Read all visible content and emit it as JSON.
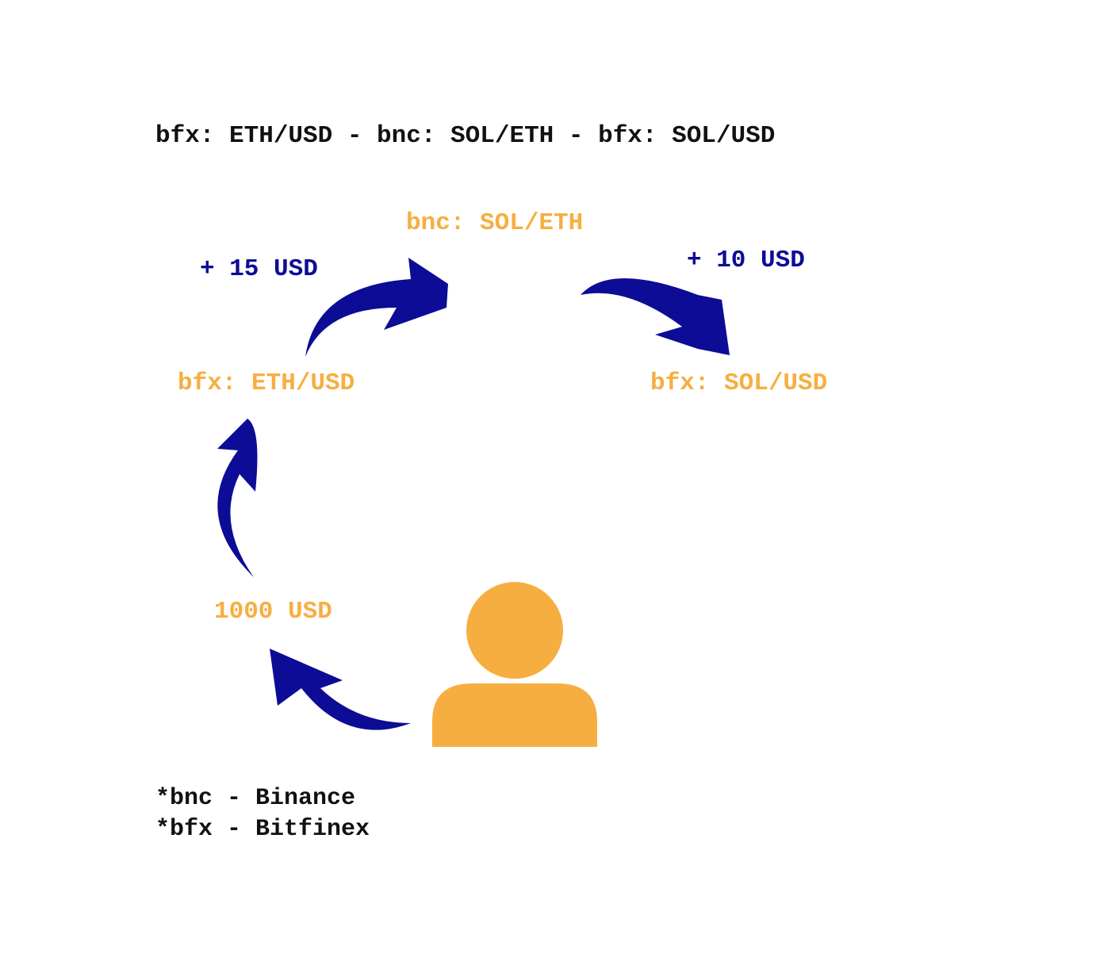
{
  "title": "bfx: ETH/USD - bnc: SOL/ETH - bfx: SOL/USD",
  "nodes": {
    "start": "1000 USD",
    "eth_usd": "bfx: ETH/USD",
    "sol_eth": "bnc: SOL/ETH",
    "sol_usd": "bfx: SOL/USD"
  },
  "profits": {
    "first": "+ 15 USD",
    "second": "+ 10 USD"
  },
  "legend": [
    "*bnc - Binance",
    "*bfx - Bitfinex"
  ],
  "colors": {
    "node_text": "#f7ae40",
    "arrow": "#0c0c96",
    "person": "#f7ae40",
    "text": "#111111"
  },
  "icons": {
    "person": "person-icon",
    "arrow": "curved-arrow-icon"
  }
}
